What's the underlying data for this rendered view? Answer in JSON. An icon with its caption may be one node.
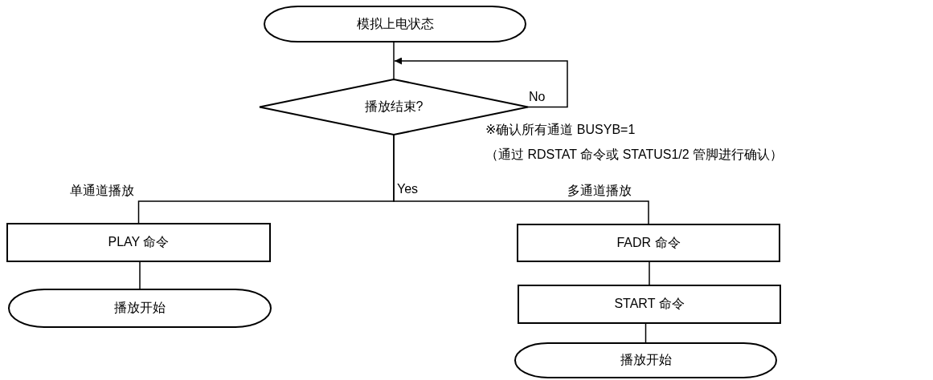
{
  "diagram": {
    "nodes": [
      {
        "text": [
          "模拟上电状态"
        ]
      },
      {
        "text": [
          "播放结束?"
        ]
      },
      {
        "text": [
          "PLAY 命令"
        ]
      },
      {
        "text": [
          "播放开始"
        ]
      },
      {
        "text": [
          "FADR 命令"
        ]
      },
      {
        "text": [
          "START 命令"
        ]
      },
      {
        "text": [
          "播放开始"
        ]
      }
    ],
    "edges": [
      {
        "from": 0,
        "to": 1,
        "arrow": "none"
      },
      {
        "from": 1,
        "to": 1,
        "arrow": "to",
        "label": "No"
      },
      {
        "from": 1,
        "to": 2,
        "arrow": "none",
        "label": "单通道播放"
      },
      {
        "from": 1,
        "to": 4,
        "arrow": "none",
        "label": "多通道播放"
      },
      {
        "from": 2,
        "to": 3,
        "arrow": "none"
      },
      {
        "from": 4,
        "to": 5,
        "arrow": "none"
      },
      {
        "from": 5,
        "to": 6,
        "arrow": "none"
      }
    ],
    "labels": [
      "※确认所有通道 BUSYB=1",
      "（通过 RDSTAT 命令或 STATUS1/2 管脚进行确认）",
      "Yes"
    ]
  }
}
